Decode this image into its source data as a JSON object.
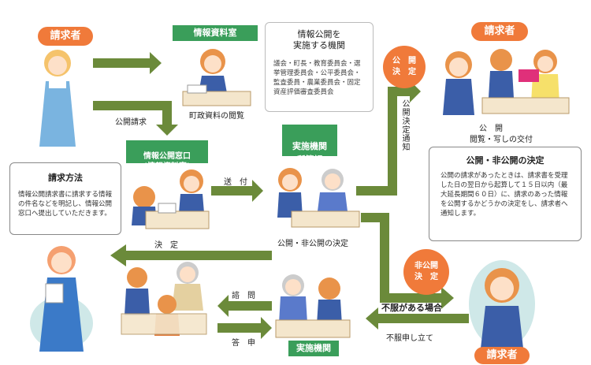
{
  "requester": {
    "label": "請求者"
  },
  "info_room": {
    "label": "情報資料室",
    "caption": "町政資料の閲覧"
  },
  "agencies_box": {
    "title": "情報公開を\n実施する機関",
    "body": "議会・町長・教育委員会・選挙管理委員会・公平委員会・監査委員・農業委員会・固定資産評価審査委員会"
  },
  "request_label": "公開請求",
  "counter": {
    "label": "情報公開窓口\n(情報資料室)"
  },
  "method": {
    "title": "請求方法",
    "body": "情報公開請求書に請求する情報の件名などを明記し、情報公開窓口へ提出していただきます。"
  },
  "send_label": "送　付",
  "agency_main": {
    "label": "実施機関\n(所管課)",
    "caption": "公開・非公開の決定"
  },
  "decision_label": "決　定",
  "consult_label": "諮　問",
  "report_label": "答　申",
  "agency_bottom": {
    "label": "実施機関"
  },
  "notify_label": "公開決定通知",
  "disclosure": {
    "badge": "公　開\n決　定",
    "caption_top": "公　開",
    "caption": "閲覧・写しの交付"
  },
  "decision_box": {
    "title": "公開・非公開の決定",
    "body": "公開の請求があったときは、請求書を受理した日の翌日から起算して１５日以内（最大延長期間６０日）に、請求のあった情報を公開するかどうかの決定をし、請求者へ通知します。"
  },
  "nondisclosure": {
    "badge": "非公開\n決　定"
  },
  "objection_label": "不服がある場合",
  "appeal_label": "不服申し立て",
  "colors": {
    "orange": "#f07a3a",
    "green": "#3a9e5a",
    "arrow": "#6b8a3a",
    "blue": "#3b5ea8"
  }
}
